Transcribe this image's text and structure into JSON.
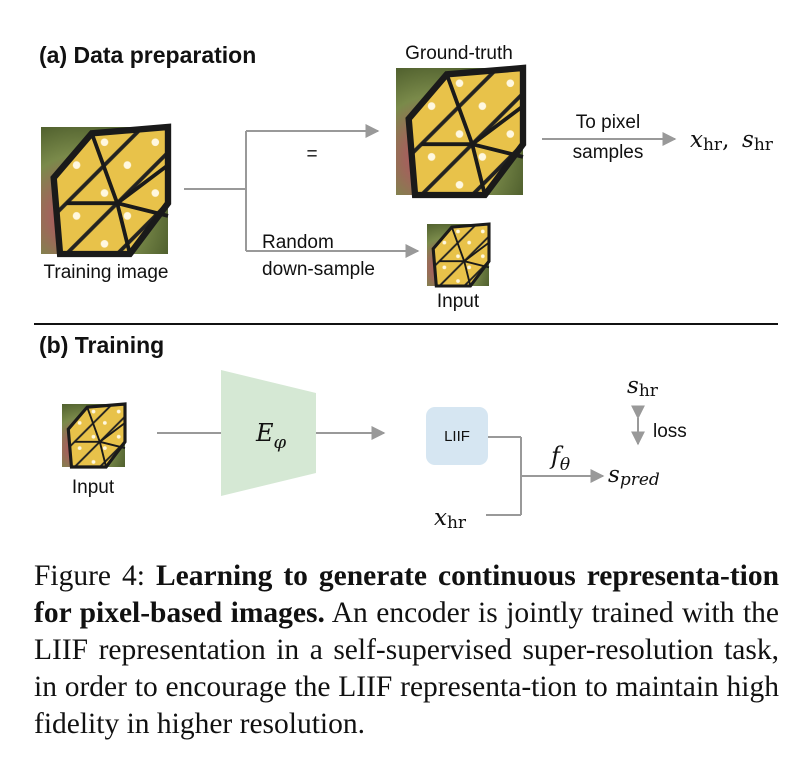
{
  "panel_a": {
    "heading": "(a) Data preparation",
    "training_image_label": "Training image",
    "equals_sign": "=",
    "ground_truth_label": "Ground-truth",
    "random_downsample_line1": "Random",
    "random_downsample_line2": "down-sample",
    "input_label": "Input",
    "to_pixel_line1": "To pixel",
    "to_pixel_line2": "samples",
    "x_hr": "x",
    "s_hr": "s",
    "hr_subscript": "hr",
    "comma": ","
  },
  "panel_b": {
    "heading": "(b) Training",
    "input_label": "Input",
    "encoder_symbol": "E",
    "encoder_subscript": "φ",
    "liif_label": "LIIF",
    "f_symbol": "f",
    "f_subscript": "θ",
    "s_symbol": "s",
    "pred_subscript": "pred",
    "hr_subscript": "hr",
    "loss_label": "loss",
    "x_symbol": "x"
  },
  "caption": {
    "prefix": "Figure 4: ",
    "bold": "Learning to generate continuous representa-tion for pixel-based images.",
    "rest": " An encoder is jointly trained with the LIIF representation in a self-supervised super-resolution task, in order to encourage the LIIF representa-tion to maintain high fidelity in higher resolution."
  },
  "colors": {
    "encoder_fill": "#d5e8d4",
    "liif_fill": "#d6e6f2",
    "arrow": "#999999",
    "text": "#111111"
  }
}
